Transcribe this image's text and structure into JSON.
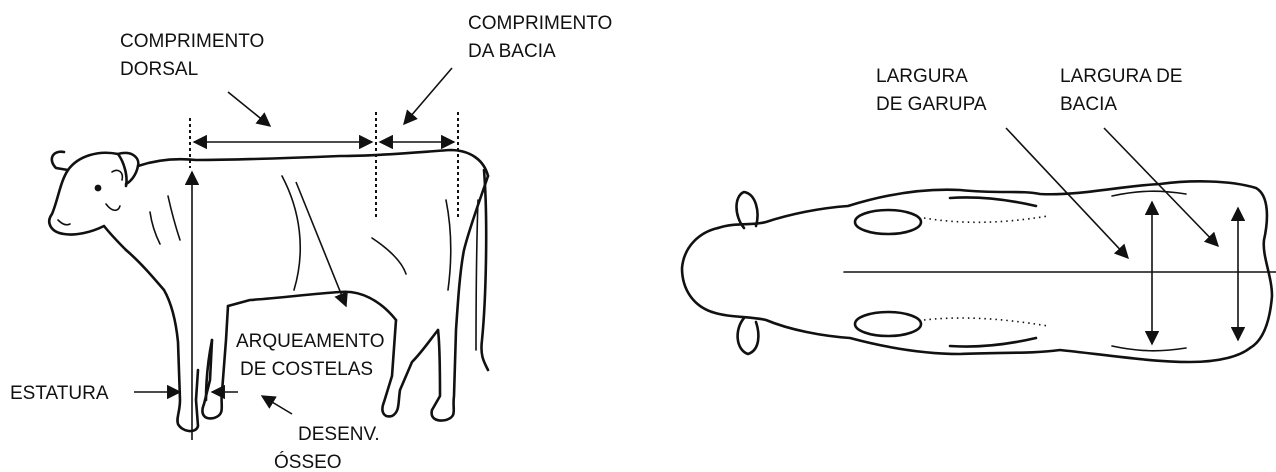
{
  "side_view": {
    "labels": {
      "comprimento_dorsal": [
        "COMPRIMENTO",
        "DORSAL"
      ],
      "comprimento_bacia": [
        "COMPRIMENTO",
        "DA BACIA"
      ],
      "arqueamento": [
        "ARQUEAMENTO",
        "DE COSTELAS"
      ],
      "estatura": "ESTATURA",
      "desenv_osseo": [
        "DESENV.",
        "ÓSSEO"
      ]
    }
  },
  "top_view": {
    "labels": {
      "largura_garupa": [
        "LARGURA",
        "DE GARUPA"
      ],
      "largura_bacia": [
        "LARGURA DE",
        "BACIA"
      ]
    }
  }
}
